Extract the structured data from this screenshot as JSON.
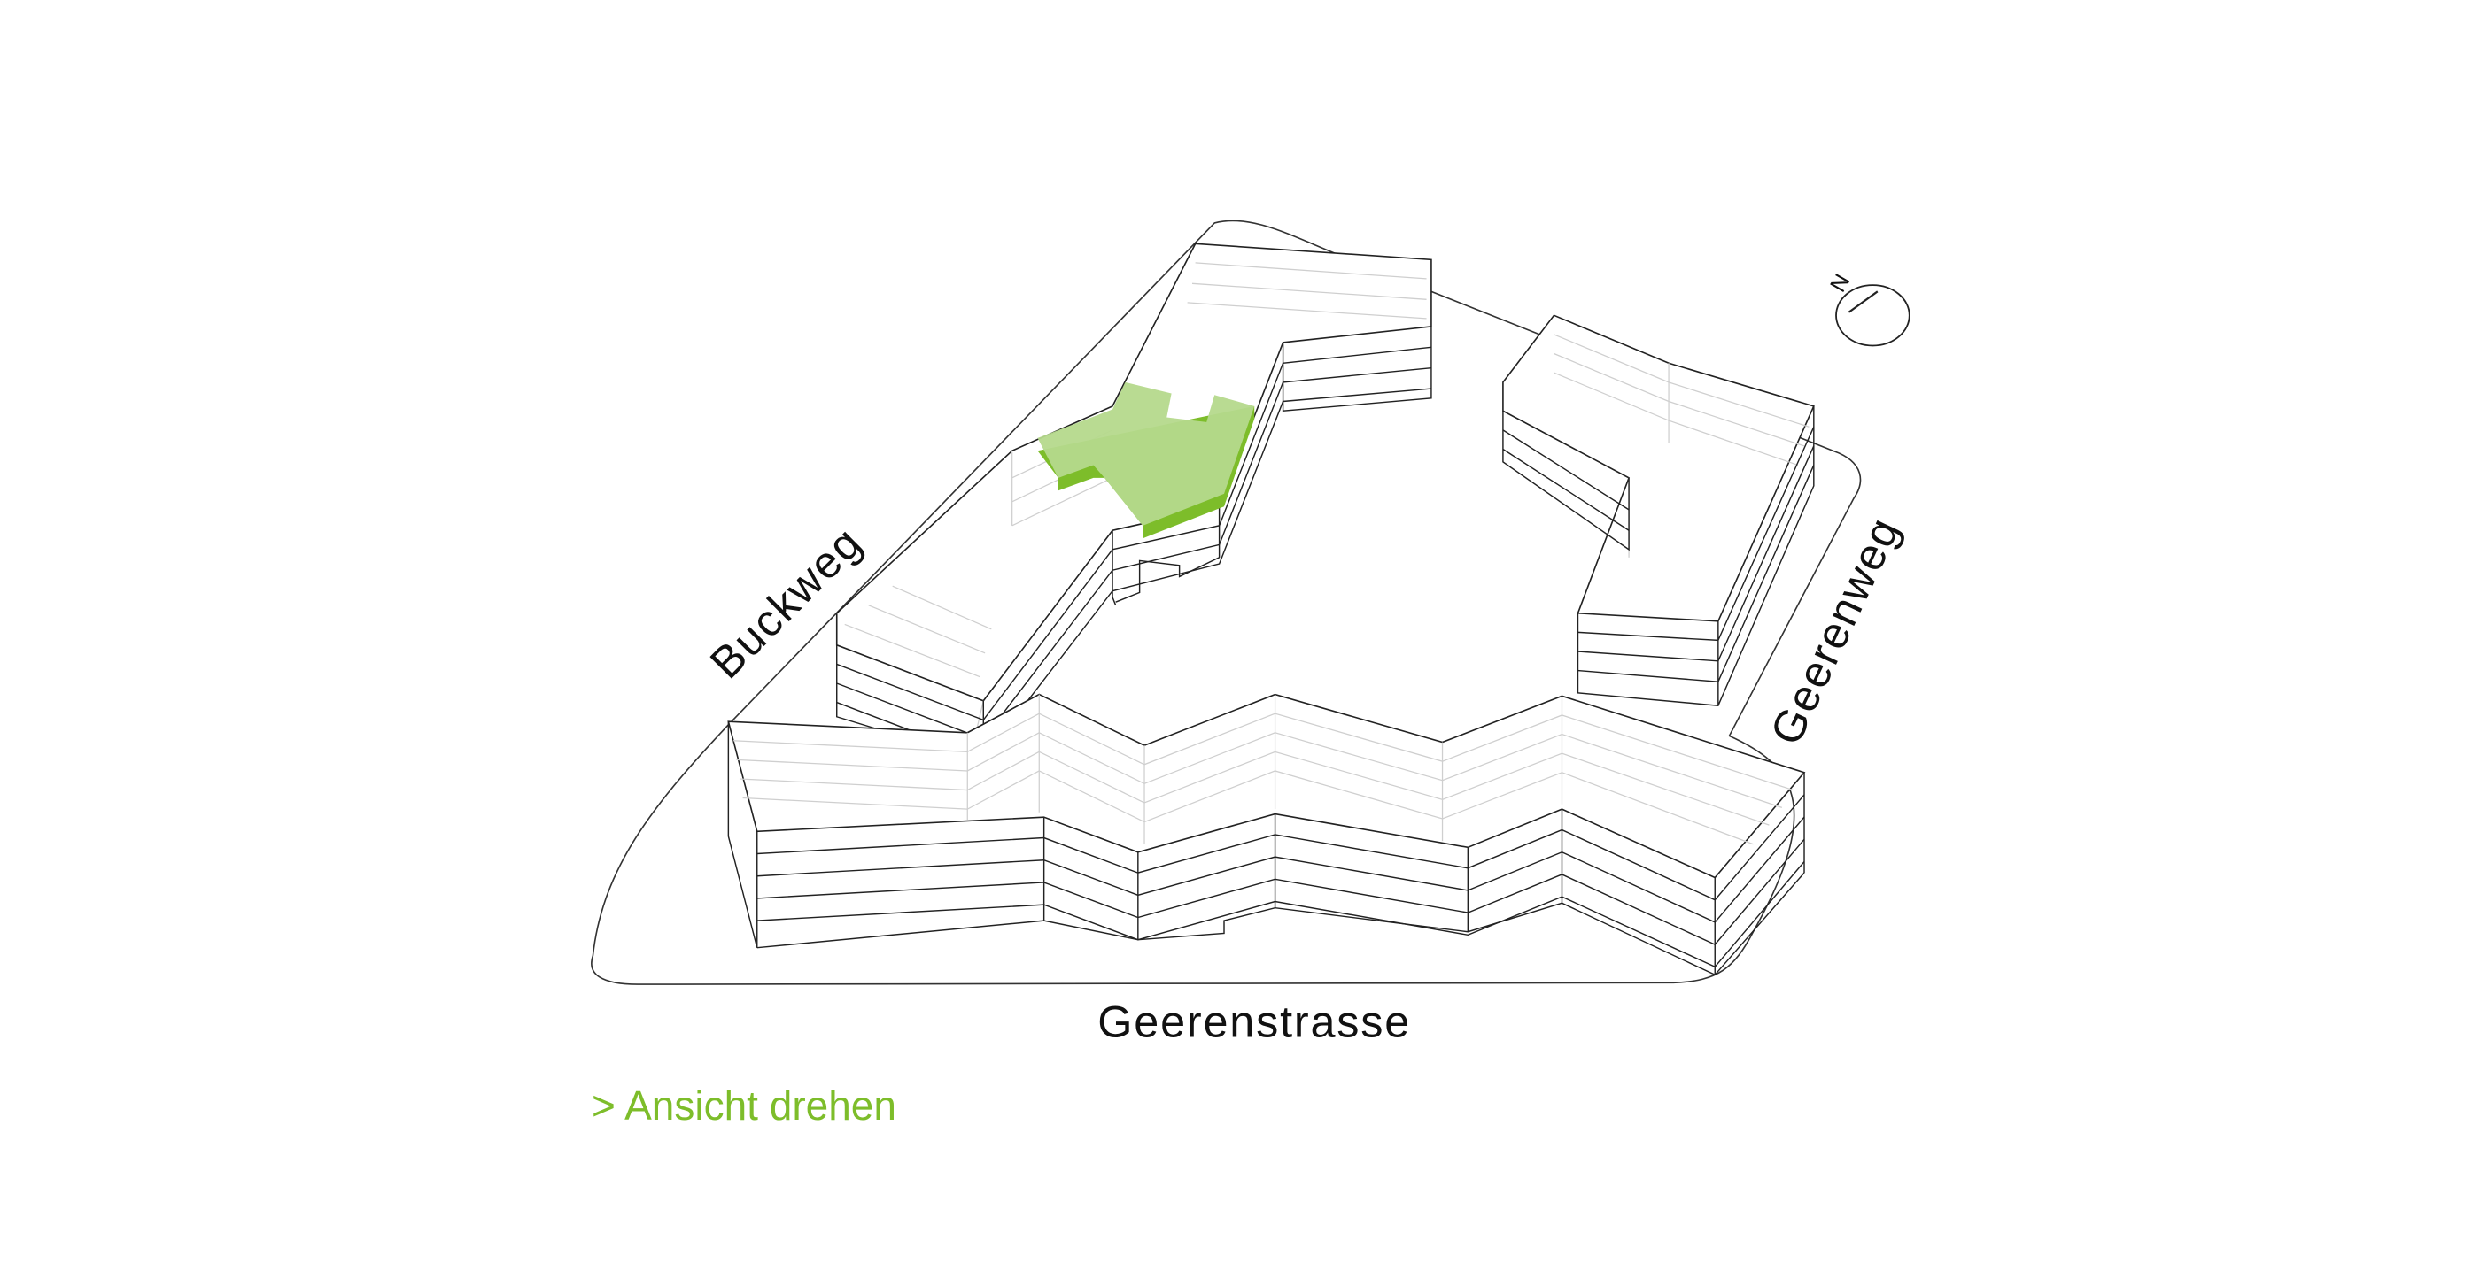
{
  "streets": {
    "south": "Geerenstrasse",
    "west": "Buckweg",
    "east": "Geerenweg"
  },
  "north_arrow": {
    "label": "N",
    "icon": "north-arrow-icon"
  },
  "actions": {
    "rotate_view": "> Ansicht drehen"
  },
  "colors": {
    "highlight_fill": "#b5d98c",
    "highlight_edge": "#7dbd2a",
    "link": "#7dbd2a",
    "outline": "#222222"
  }
}
